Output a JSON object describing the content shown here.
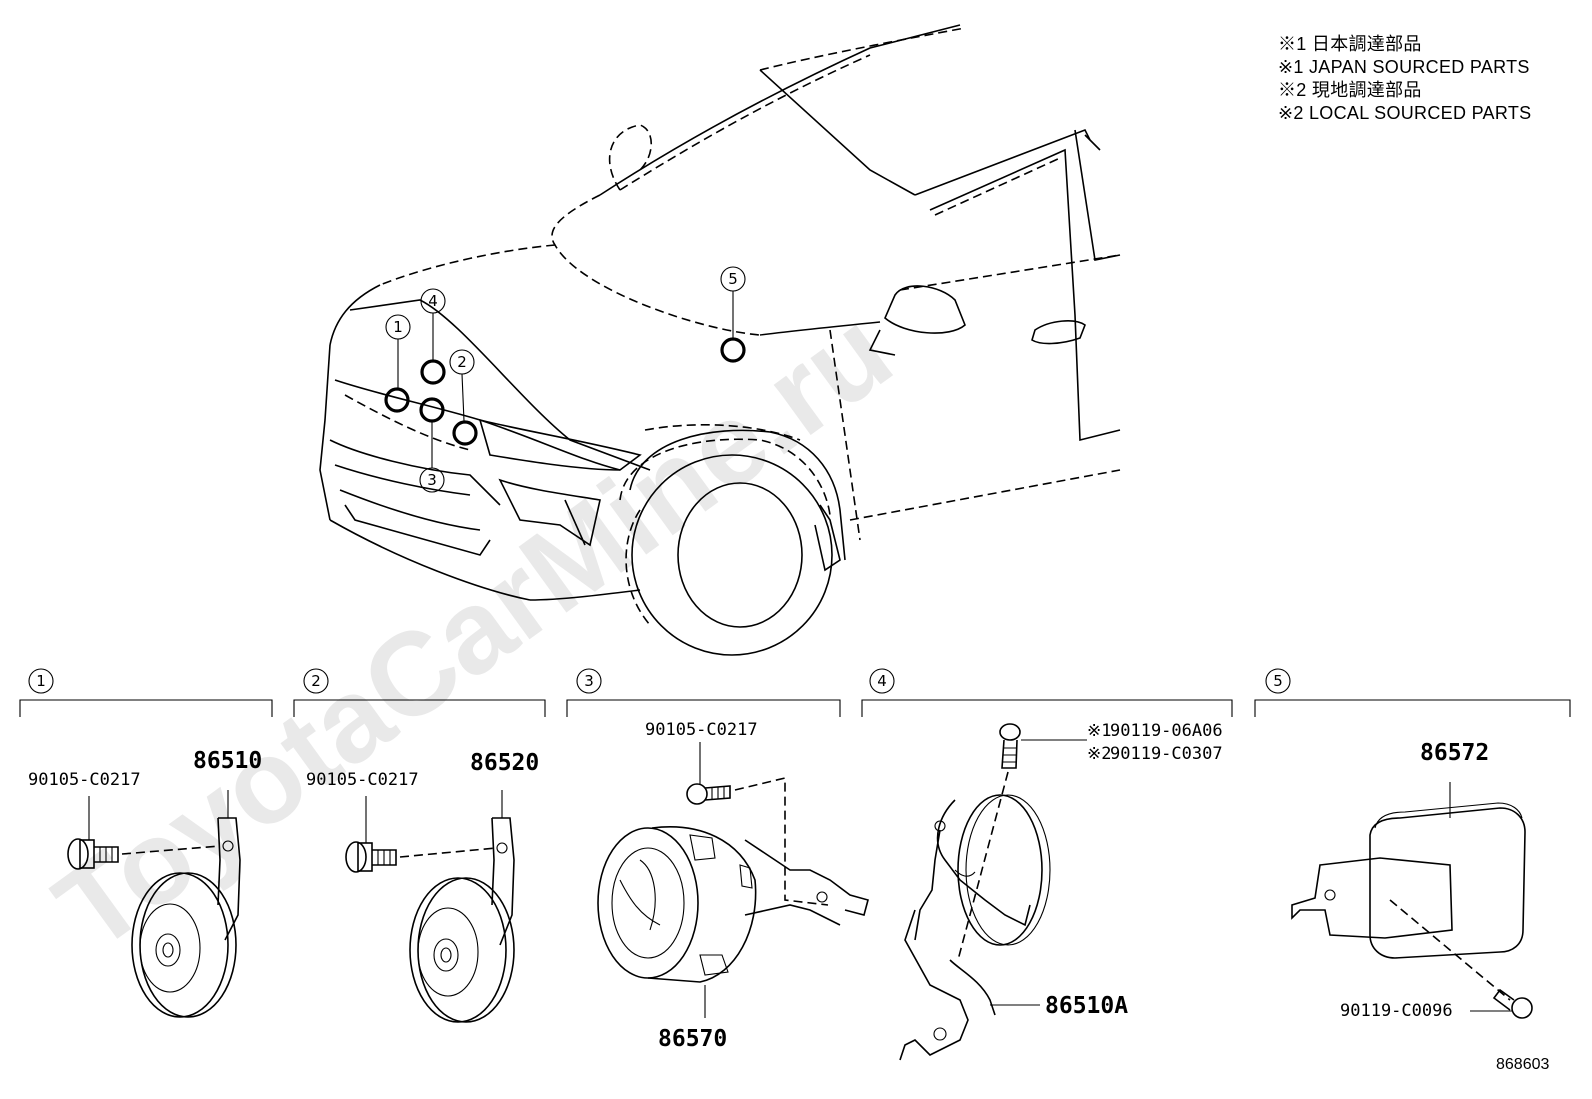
{
  "legend": {
    "lines": [
      "※1 日本調達部品",
      "※1 JAPAN SOURCED PARTS",
      "※2 現地調達部品",
      "※2 LOCAL SOURCED PARTS"
    ]
  },
  "watermark": "ToyotaCarMine.ru",
  "diagram_number": "868603",
  "vehicle_callouts": [
    "1",
    "2",
    "3",
    "4",
    "5"
  ],
  "sections": [
    {
      "id": "1",
      "parts": [
        {
          "number": "90105-C0217",
          "style": "small"
        },
        {
          "number": "86510",
          "style": "large"
        }
      ]
    },
    {
      "id": "2",
      "parts": [
        {
          "number": "90105-C0217",
          "style": "small"
        },
        {
          "number": "86520",
          "style": "large"
        }
      ]
    },
    {
      "id": "3",
      "parts": [
        {
          "number": "90105-C0217",
          "style": "small"
        },
        {
          "number": "86570",
          "style": "large"
        }
      ]
    },
    {
      "id": "4",
      "parts": [
        {
          "number": "90119-06A06",
          "note": "※1",
          "style": "small"
        },
        {
          "number": "90119-C0307",
          "note": "※2",
          "style": "small"
        },
        {
          "number": "86510A",
          "style": "large"
        }
      ]
    },
    {
      "id": "5",
      "parts": [
        {
          "number": "86572",
          "style": "large"
        },
        {
          "number": "90119-C0096",
          "style": "small"
        }
      ]
    }
  ]
}
